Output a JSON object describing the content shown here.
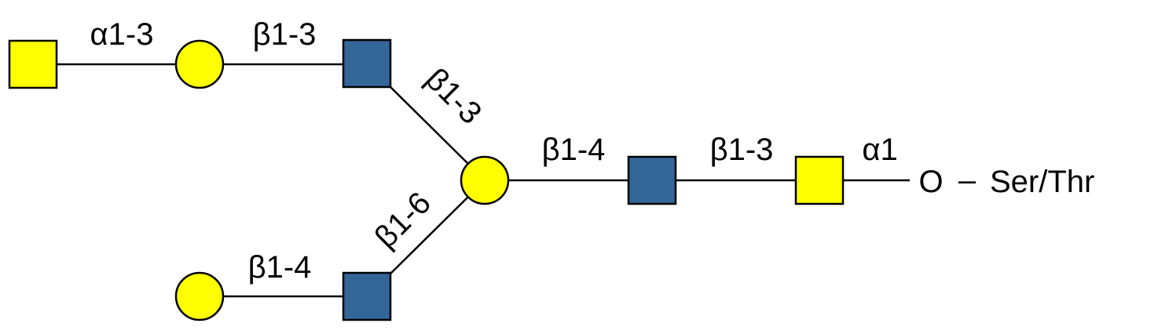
{
  "colors": {
    "galactose_yellow": "#ffff00",
    "n_acetyl_blue": "#336699"
  },
  "residues": [
    {
      "id": "galnac-terminal",
      "shape": "square",
      "color": "yellow"
    },
    {
      "id": "gal-top",
      "shape": "circle",
      "color": "yellow"
    },
    {
      "id": "glcnac-top",
      "shape": "square",
      "color": "blue"
    },
    {
      "id": "gal-branch",
      "shape": "circle",
      "color": "yellow"
    },
    {
      "id": "glcnac-core",
      "shape": "square",
      "color": "blue"
    },
    {
      "id": "galnac-reducing",
      "shape": "square",
      "color": "yellow"
    },
    {
      "id": "gal-bottom",
      "shape": "circle",
      "color": "yellow"
    },
    {
      "id": "glcnac-bottom",
      "shape": "square",
      "color": "blue"
    }
  ],
  "linkages": {
    "top_a13": "α1-3",
    "top_b13": "β1-3",
    "diag_b13": "β1-3",
    "core_b14": "β1-4",
    "core_b13": "β1-3",
    "reducing_a1": "α1",
    "diag_b16": "β1-6",
    "bottom_b14": "β1-4"
  },
  "aglycone": {
    "o": "O",
    "dash": "–",
    "residue": "Ser/Thr"
  }
}
